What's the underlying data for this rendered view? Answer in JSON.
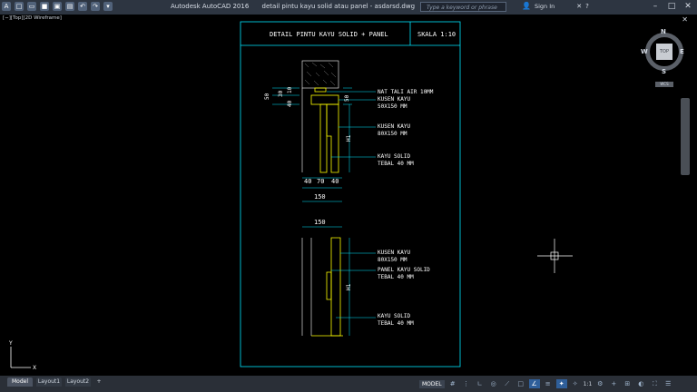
{
  "titlebar": {
    "app": "Autodesk AutoCAD 2016",
    "file": "detail pintu kayu solid atau panel - asdarsd.dwg",
    "search_placeholder": "Type a keyword or phrase",
    "sign_in": "Sign In"
  },
  "viewport": {
    "label": "[−][Top][2D Wireframe]"
  },
  "drawing": {
    "title": "DETAIL PINTU KAYU SOLID + PANEL",
    "scale": "SKALA 1:10",
    "labels_upper": {
      "nat": "NAT TALI AIR 10MM",
      "kusen1a": "KUSEN KAYU",
      "kusen1b": "50X150 MM",
      "kusen2a": "KUSEN KAYU",
      "kusen2b": "80X150 MM",
      "kayu_a": "KAYU SOLID",
      "kayu_b": "TEBAL 40 MM"
    },
    "labels_lower": {
      "kusen_a": "KUSEN KAYU",
      "kusen_b": "80X150 MM",
      "panel_a": "PANEL KAYU SOLID",
      "panel_b": "TEBAL 40 MM",
      "kayu_a": "KAYU SOLID",
      "kayu_b": "TEBAL 40 MM"
    },
    "dims": {
      "d50a": "50",
      "d30": "30",
      "d10": "10",
      "d40": "40",
      "d50b": "50",
      "h1a": "H1",
      "c40a": "40",
      "c70": "70",
      "c40b": "40",
      "w150a": "150",
      "w150b": "150",
      "h1b": "H1"
    }
  },
  "viewcube": {
    "n": "N",
    "s": "S",
    "e": "E",
    "w": "W",
    "face": "TOP",
    "wcs": "WCS"
  },
  "tabs": {
    "model": "Model",
    "layout1": "Layout1",
    "layout2": "Layout2",
    "add": "+"
  },
  "status": {
    "model": "MODEL",
    "scale": "1:1"
  },
  "colors": {
    "cyan": "#00e5ff",
    "yellow": "#ffff00",
    "white": "#ffffff"
  }
}
